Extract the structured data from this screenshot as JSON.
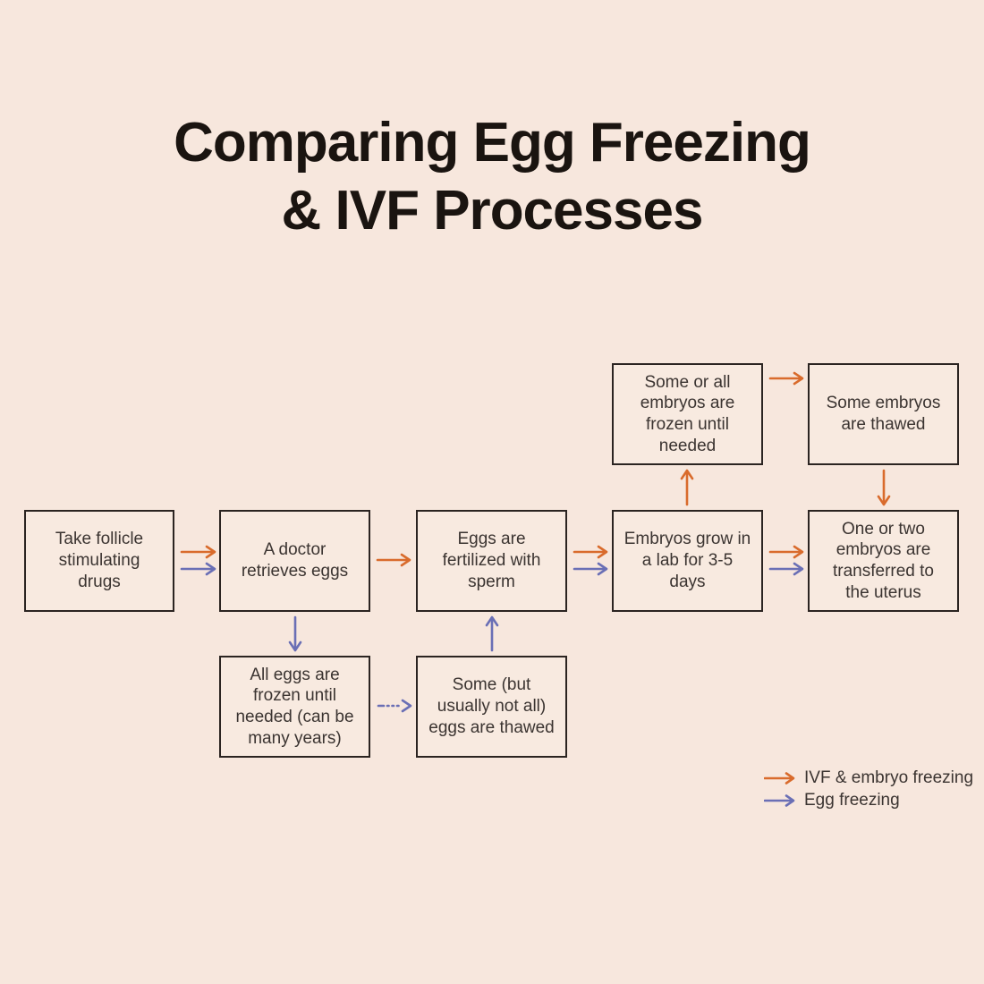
{
  "title": {
    "line1": "Comparing Egg Freezing",
    "line2": "& IVF Processes"
  },
  "colors": {
    "background": "#f7e7dd",
    "box_fill": "#f8eae0",
    "box_border": "#2b2421",
    "text": "#3b3431",
    "title": "#1a1410",
    "ivf": "#d96b2c",
    "egg": "#6a6fb5"
  },
  "boxes": [
    {
      "id": "follicle",
      "text": "Take follicle stimulating drugs"
    },
    {
      "id": "retrieve",
      "text": "A doctor retrieves eggs"
    },
    {
      "id": "fertilized",
      "text": "Eggs are fertilized with sperm"
    },
    {
      "id": "grow",
      "text": "Embryos grow in a lab for 3-5 days"
    },
    {
      "id": "transfer",
      "text": "One or two embryos are transferred to the uterus"
    },
    {
      "id": "embryo-frozen",
      "text": "Some or all embryos are frozen until needed"
    },
    {
      "id": "embryo-thawed",
      "text": "Some embryos are thawed"
    },
    {
      "id": "eggs-frozen",
      "text": "All eggs are frozen until needed (can be many years)"
    },
    {
      "id": "eggs-thawed",
      "text": "Some (but usually not all) eggs are thawed"
    }
  ],
  "legend": {
    "items": [
      {
        "label": "IVF & embryo freezing",
        "series": "ivf"
      },
      {
        "label": "Egg freezing",
        "series": "egg"
      }
    ]
  }
}
